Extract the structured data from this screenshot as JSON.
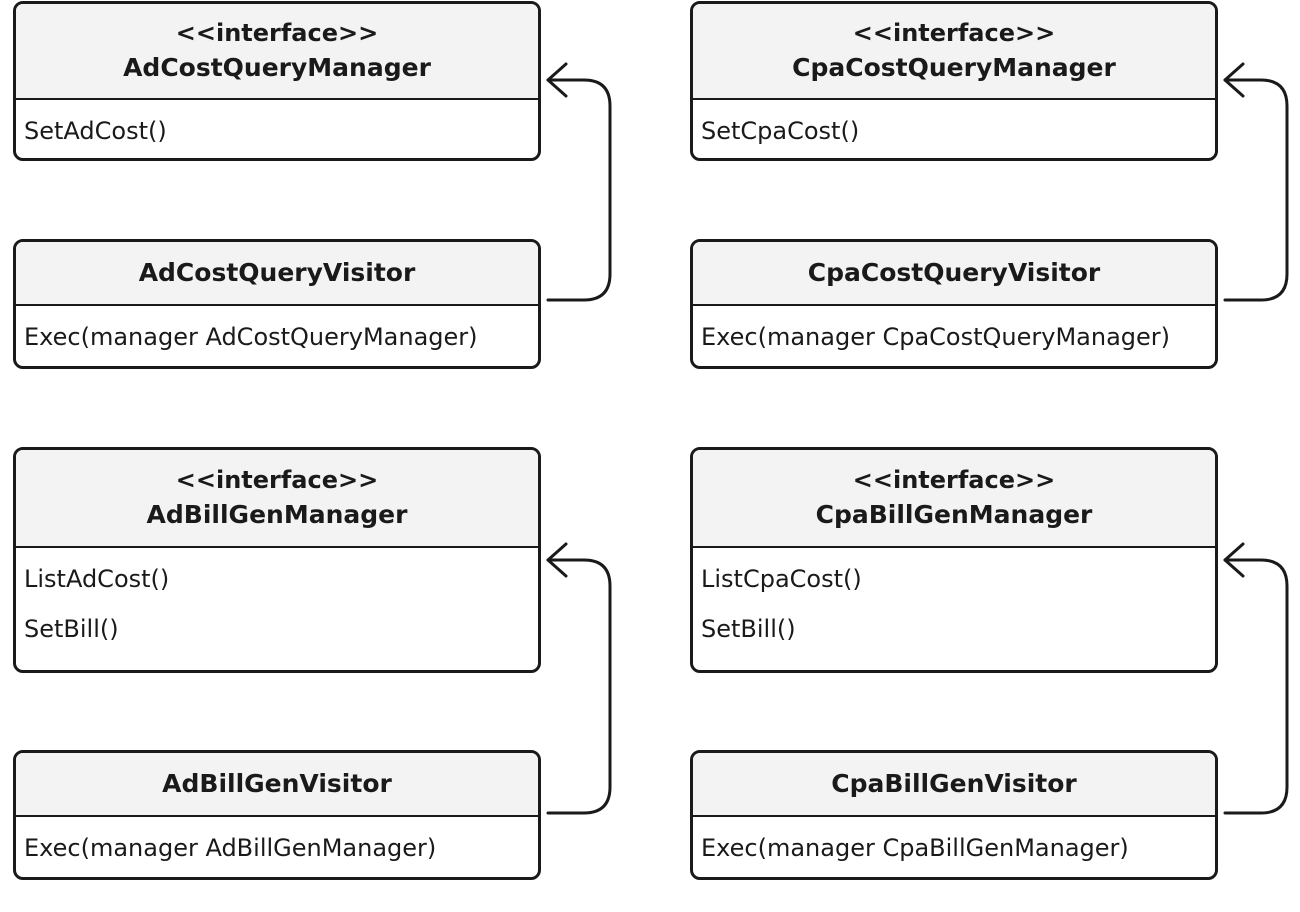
{
  "classes": [
    {
      "id": "ad-cost-query-manager",
      "stereotype": "<<interface>>",
      "name": "AdCostQueryManager",
      "methods": [
        "SetAdCost()"
      ]
    },
    {
      "id": "ad-cost-query-visitor",
      "stereotype": "",
      "name": "AdCostQueryVisitor",
      "methods": [
        "Exec(manager AdCostQueryManager)"
      ]
    },
    {
      "id": "cpa-cost-query-manager",
      "stereotype": "<<interface>>",
      "name": "CpaCostQueryManager",
      "methods": [
        "SetCpaCost()"
      ]
    },
    {
      "id": "cpa-cost-query-visitor",
      "stereotype": "",
      "name": "CpaCostQueryVisitor",
      "methods": [
        "Exec(manager CpaCostQueryManager)"
      ]
    },
    {
      "id": "ad-bill-gen-manager",
      "stereotype": "<<interface>>",
      "name": "AdBillGenManager",
      "methods": [
        "ListAdCost()",
        "SetBill()"
      ]
    },
    {
      "id": "ad-bill-gen-visitor",
      "stereotype": "",
      "name": "AdBillGenVisitor",
      "methods": [
        "Exec(manager AdBillGenManager)"
      ]
    },
    {
      "id": "cpa-bill-gen-manager",
      "stereotype": "<<interface>>",
      "name": "CpaBillGenManager",
      "methods": [
        "ListCpaCost()",
        "SetBill()"
      ]
    },
    {
      "id": "cpa-bill-gen-visitor",
      "stereotype": "",
      "name": "CpaBillGenVisitor",
      "methods": [
        "Exec(manager CpaBillGenManager)"
      ]
    }
  ],
  "relations": [
    {
      "from": "ad-cost-query-visitor",
      "to": "ad-cost-query-manager"
    },
    {
      "from": "cpa-cost-query-visitor",
      "to": "cpa-cost-query-manager"
    },
    {
      "from": "ad-bill-gen-visitor",
      "to": "ad-bill-gen-manager"
    },
    {
      "from": "cpa-bill-gen-visitor",
      "to": "cpa-bill-gen-manager"
    }
  ]
}
